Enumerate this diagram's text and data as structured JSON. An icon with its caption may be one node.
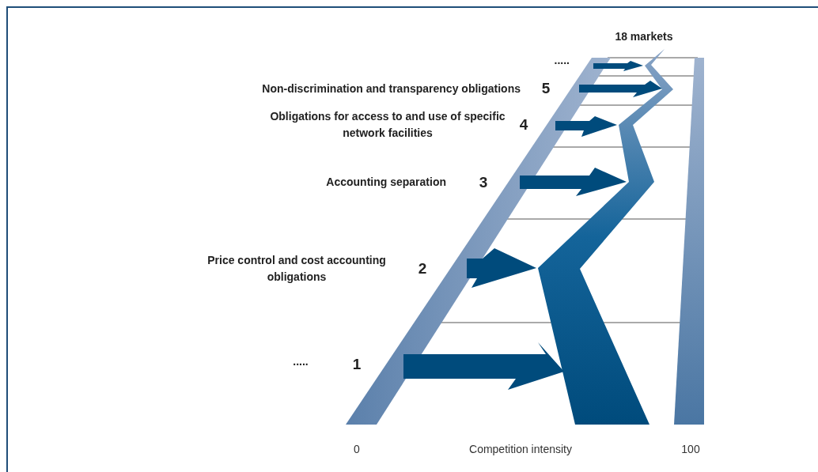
{
  "diagram": {
    "labels": [
      "18 markets",
      ".....",
      "Non-discrimination and transparency obligations",
      "5",
      "Obligations for access to and use of specific network facilities",
      "4",
      "Accounting separation",
      "3",
      "Price control and cost accounting obligations",
      "2",
      ".....",
      "1",
      "0",
      "Competition intensity",
      "100"
    ]
  }
}
